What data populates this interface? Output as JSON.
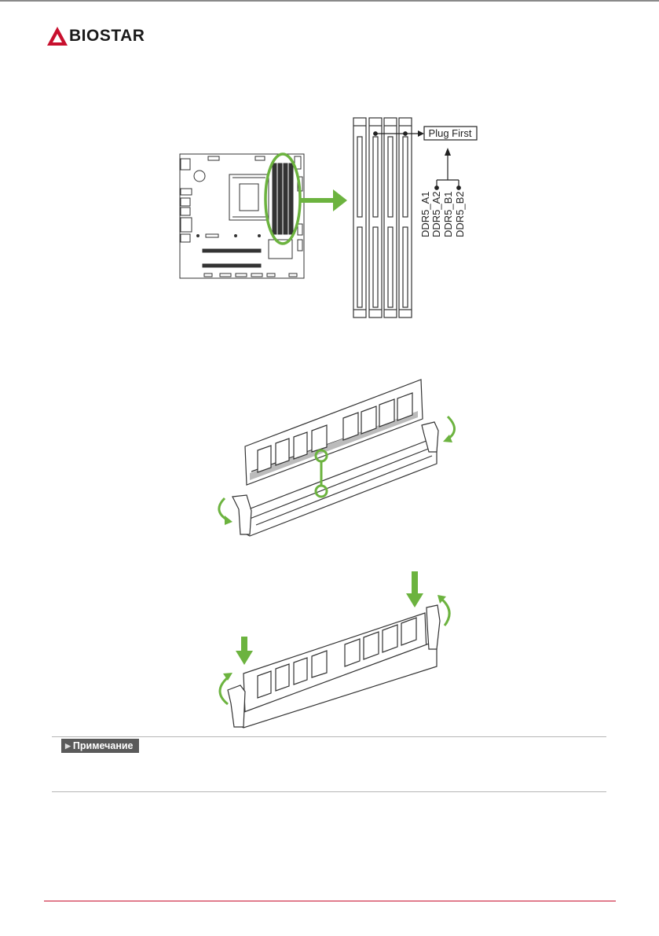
{
  "header": {
    "brand": "BIOSTAR",
    "brand_color": "#c8102e"
  },
  "diagram": {
    "plug_first_label": "Plug First",
    "slot_labels": [
      "DDR5_A1",
      "DDR5_A2",
      "DDR5_B1",
      "DDR5_B2"
    ],
    "accent_color": "#6cb33f"
  },
  "note": {
    "label": "Примечание"
  }
}
